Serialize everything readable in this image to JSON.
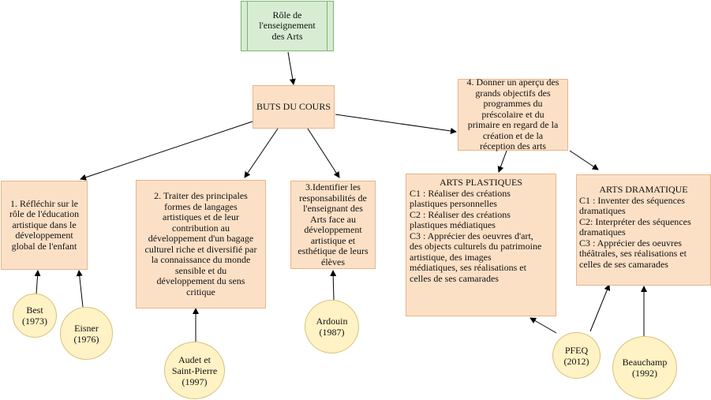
{
  "root": {
    "lines": [
      "Rôle de",
      "l'enseignement",
      "des Arts"
    ]
  },
  "buts": {
    "label": "BUTS DU COURS"
  },
  "goal1": {
    "lines": [
      "1. Réfléchir sur le",
      "rôle de l'éducation",
      "artistique dans le",
      "développement",
      "global de l'enfant"
    ]
  },
  "goal2": {
    "lines": [
      "2.  Traiter des principales",
      "formes de langages",
      "artistiques et de leur",
      "contribution au",
      "développement d'un bagage",
      "culturel riche et diversifié par",
      "la connaissance du monde",
      "sensible et du",
      "développement du sens",
      "critique"
    ]
  },
  "goal3": {
    "lines": [
      "3.Identifier les",
      "responsabilités de",
      "l'enseignant des",
      "Arts face au",
      "développement",
      "artistique et",
      "esthétique de leurs",
      "élèves"
    ]
  },
  "goal4": {
    "lines": [
      "4. Donner un aperçu des",
      "grands objectifs des",
      "programmes du",
      "préscolaire et du",
      "primaire en regard de la",
      "création et de la",
      "réception des arts"
    ]
  },
  "arts_plastiques": {
    "title": "ARTS PLASTIQUES",
    "lines": [
      "C1 : Réaliser des créations",
      "plastiques personnelles",
      "C2 : Réaliser des créations",
      "plastiques médiatiques",
      "C3 : Apprécier des oeuvres d'art,",
      "des objects culturels du patrimoine",
      "artistique, des images",
      "médiatiques, ses réalisations et",
      "celles de ses camarades"
    ]
  },
  "arts_dramatique": {
    "title": "ARTS DRAMATIQUE",
    "lines": [
      "C1 : Inventer des séquences",
      "dramatiques",
      "C2: Interpréter des séquences",
      "dramatiques",
      "C3 : Apprécier des oeuvres",
      "théâtrales, ses réalisations et",
      "celles de ses camarades"
    ]
  },
  "refs": {
    "best": [
      "Best",
      "(1973)"
    ],
    "eisner": [
      "Eisner",
      "(1976)"
    ],
    "audet": [
      "Audet et",
      "Saint-Pierre",
      "(1997)"
    ],
    "ardouin": [
      "Ardouin",
      "(1987)"
    ],
    "pfeq": [
      "PFEQ",
      "(2012)"
    ],
    "beauchamp": [
      "Beauchamp",
      "(1992)"
    ]
  }
}
